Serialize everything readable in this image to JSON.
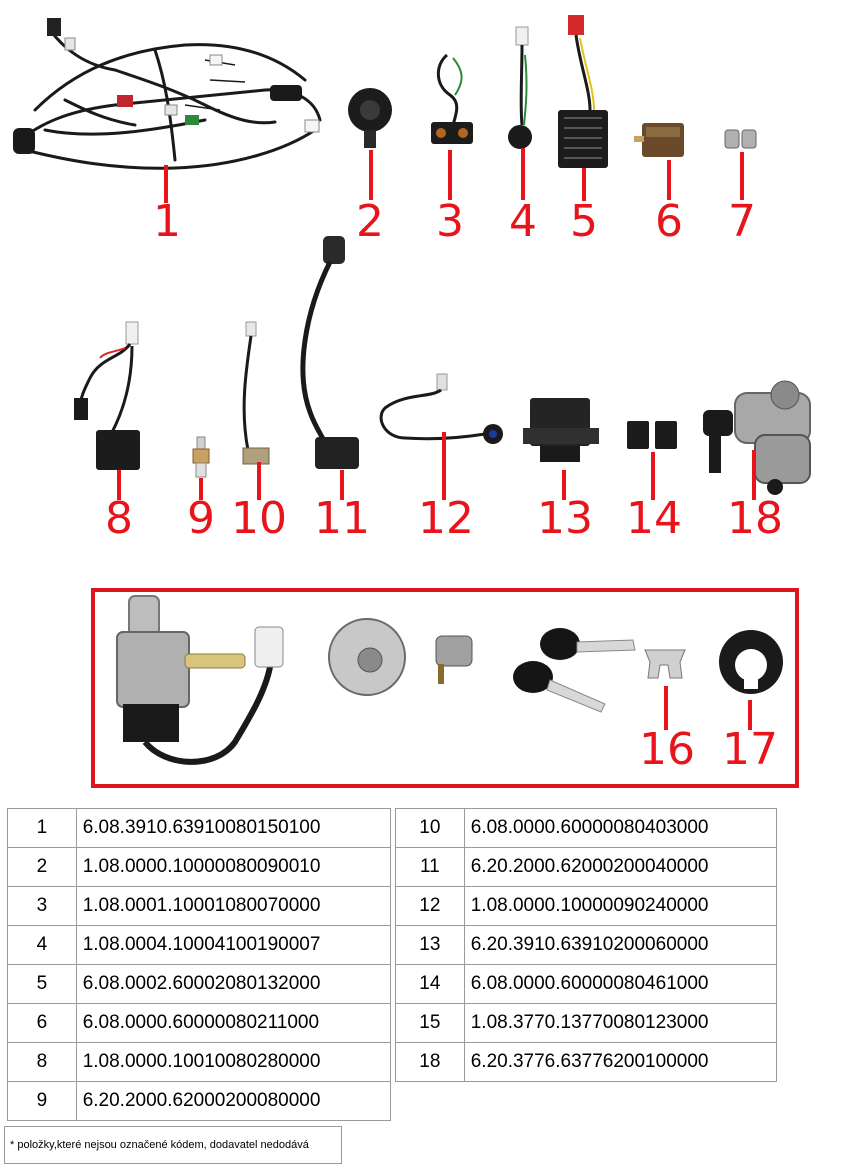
{
  "callouts": [
    "1",
    "2",
    "3",
    "4",
    "5",
    "6",
    "7",
    "8",
    "9",
    "10",
    "11",
    "12",
    "13",
    "14",
    "18",
    "16",
    "17"
  ],
  "table_left": [
    {
      "no": "1",
      "code": "6.08.3910.63910080150100"
    },
    {
      "no": "2",
      "code": "1.08.0000.10000080090010"
    },
    {
      "no": "3",
      "code": "1.08.0001.10001080070000"
    },
    {
      "no": "4",
      "code": "1.08.0004.10004100190007"
    },
    {
      "no": "5",
      "code": "6.08.0002.60002080132000"
    },
    {
      "no": "6",
      "code": "6.08.0000.60000080211000"
    },
    {
      "no": "8",
      "code": "1.08.0000.10010080280000"
    },
    {
      "no": "9",
      "code": "6.20.2000.62000200080000"
    }
  ],
  "table_right": [
    {
      "no": "10",
      "code": "6.08.0000.60000080403000"
    },
    {
      "no": "11",
      "code": "6.20.2000.62000200040000"
    },
    {
      "no": "12",
      "code": "1.08.0000.10000090240000"
    },
    {
      "no": "13",
      "code": "6.20.3910.63910200060000"
    },
    {
      "no": "14",
      "code": "6.08.0000.60000080461000"
    },
    {
      "no": "15",
      "code": "1.08.3770.13770080123000"
    },
    {
      "no": "18",
      "code": "6.20.3776.63776200100000"
    }
  ],
  "footnote": "* položky,které nejsou označené kódem, dodavatel nedodává",
  "colors": {
    "callout": "#e8141c",
    "kit_border": "#e0141c",
    "table_border": "#9a9a9a"
  }
}
